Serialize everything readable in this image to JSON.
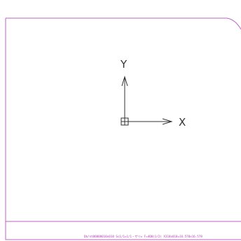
{
  "canvas": {
    "background_color": "#ffffff",
    "sheet_border_color": "#c060c0",
    "ucs_color": "#333333"
  },
  "ucs_icon": {
    "y_label": "Y",
    "x_label": "X"
  },
  "status_bar": {
    "text": "Db/nt00000010x010 Sc1/1=1/1・ザリ= F=400(1/2) X318x018=16.578x16.578"
  }
}
